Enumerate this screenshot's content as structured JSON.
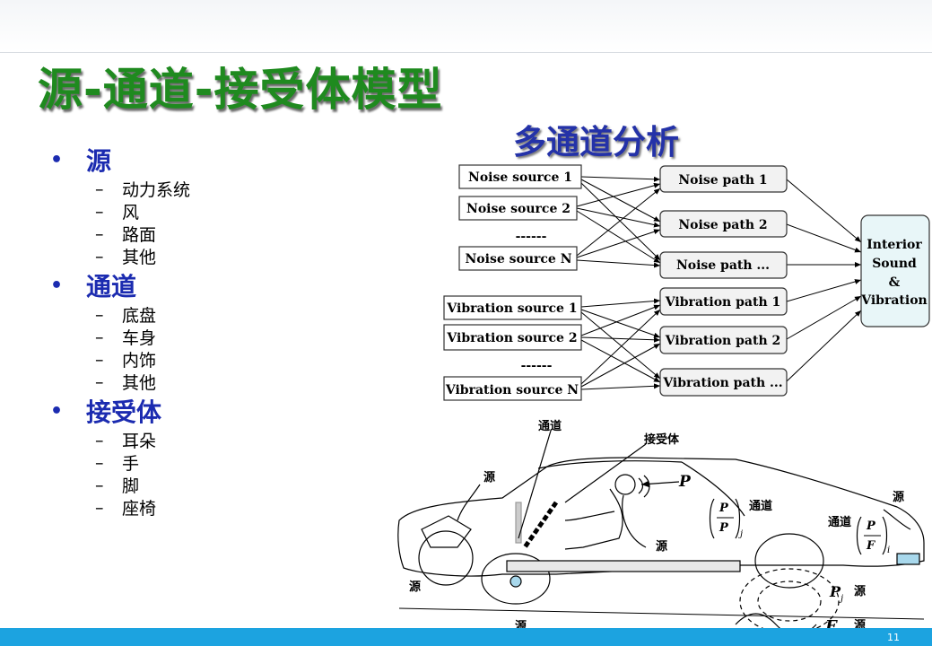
{
  "title": "源-通道-接受体模型",
  "subtitle": "多通道分析",
  "bullets": [
    {
      "label": "源",
      "items": [
        "动力系统",
        "风",
        "路面",
        "其他"
      ]
    },
    {
      "label": "通道",
      "items": [
        "底盘",
        "车身",
        "内饰",
        "其他"
      ]
    },
    {
      "label": "接受体",
      "items": [
        "耳朵",
        "手",
        "脚",
        "座椅"
      ]
    }
  ],
  "diagram": {
    "noise_sources": [
      "Noise source 1",
      "Noise source 2",
      "Noise source N"
    ],
    "noise_paths": [
      "Noise path 1",
      "Noise path 2",
      "Noise path ..."
    ],
    "vibration_sources": [
      "Vibration source 1",
      "Vibration source 2",
      "Vibration source N"
    ],
    "vibration_paths": [
      "Vibration path 1",
      "Vibration path 2",
      "Vibration path ..."
    ],
    "ellipsis": "------",
    "receiver": [
      "Interior",
      "Sound",
      "&",
      "Vibration"
    ]
  },
  "car": {
    "label_channel": "通道",
    "label_receiver": "接受体",
    "label_source": "源",
    "label_P": "P",
    "label_channel_pj": "通道",
    "label_channel_fi": "通道",
    "label_Pj": "P",
    "label_Pj_sub": "j",
    "label_Fi": "F",
    "label_Fi_sub": "i",
    "frac_P_top": "P",
    "frac_P_bot": "P",
    "frac_P_sub": "j",
    "frac_F_top": "P",
    "frac_F_bot": "F",
    "frac_F_sub": "i"
  },
  "page_number": "11",
  "colors": {
    "title": "#1f8a1f",
    "subtitle": "#2432a8",
    "bullet": "#1b2bb0",
    "receiver_fill": "#e8f6f8",
    "path_fill": "#f2f2f2",
    "bottom_bar": "#1ca3e0"
  }
}
